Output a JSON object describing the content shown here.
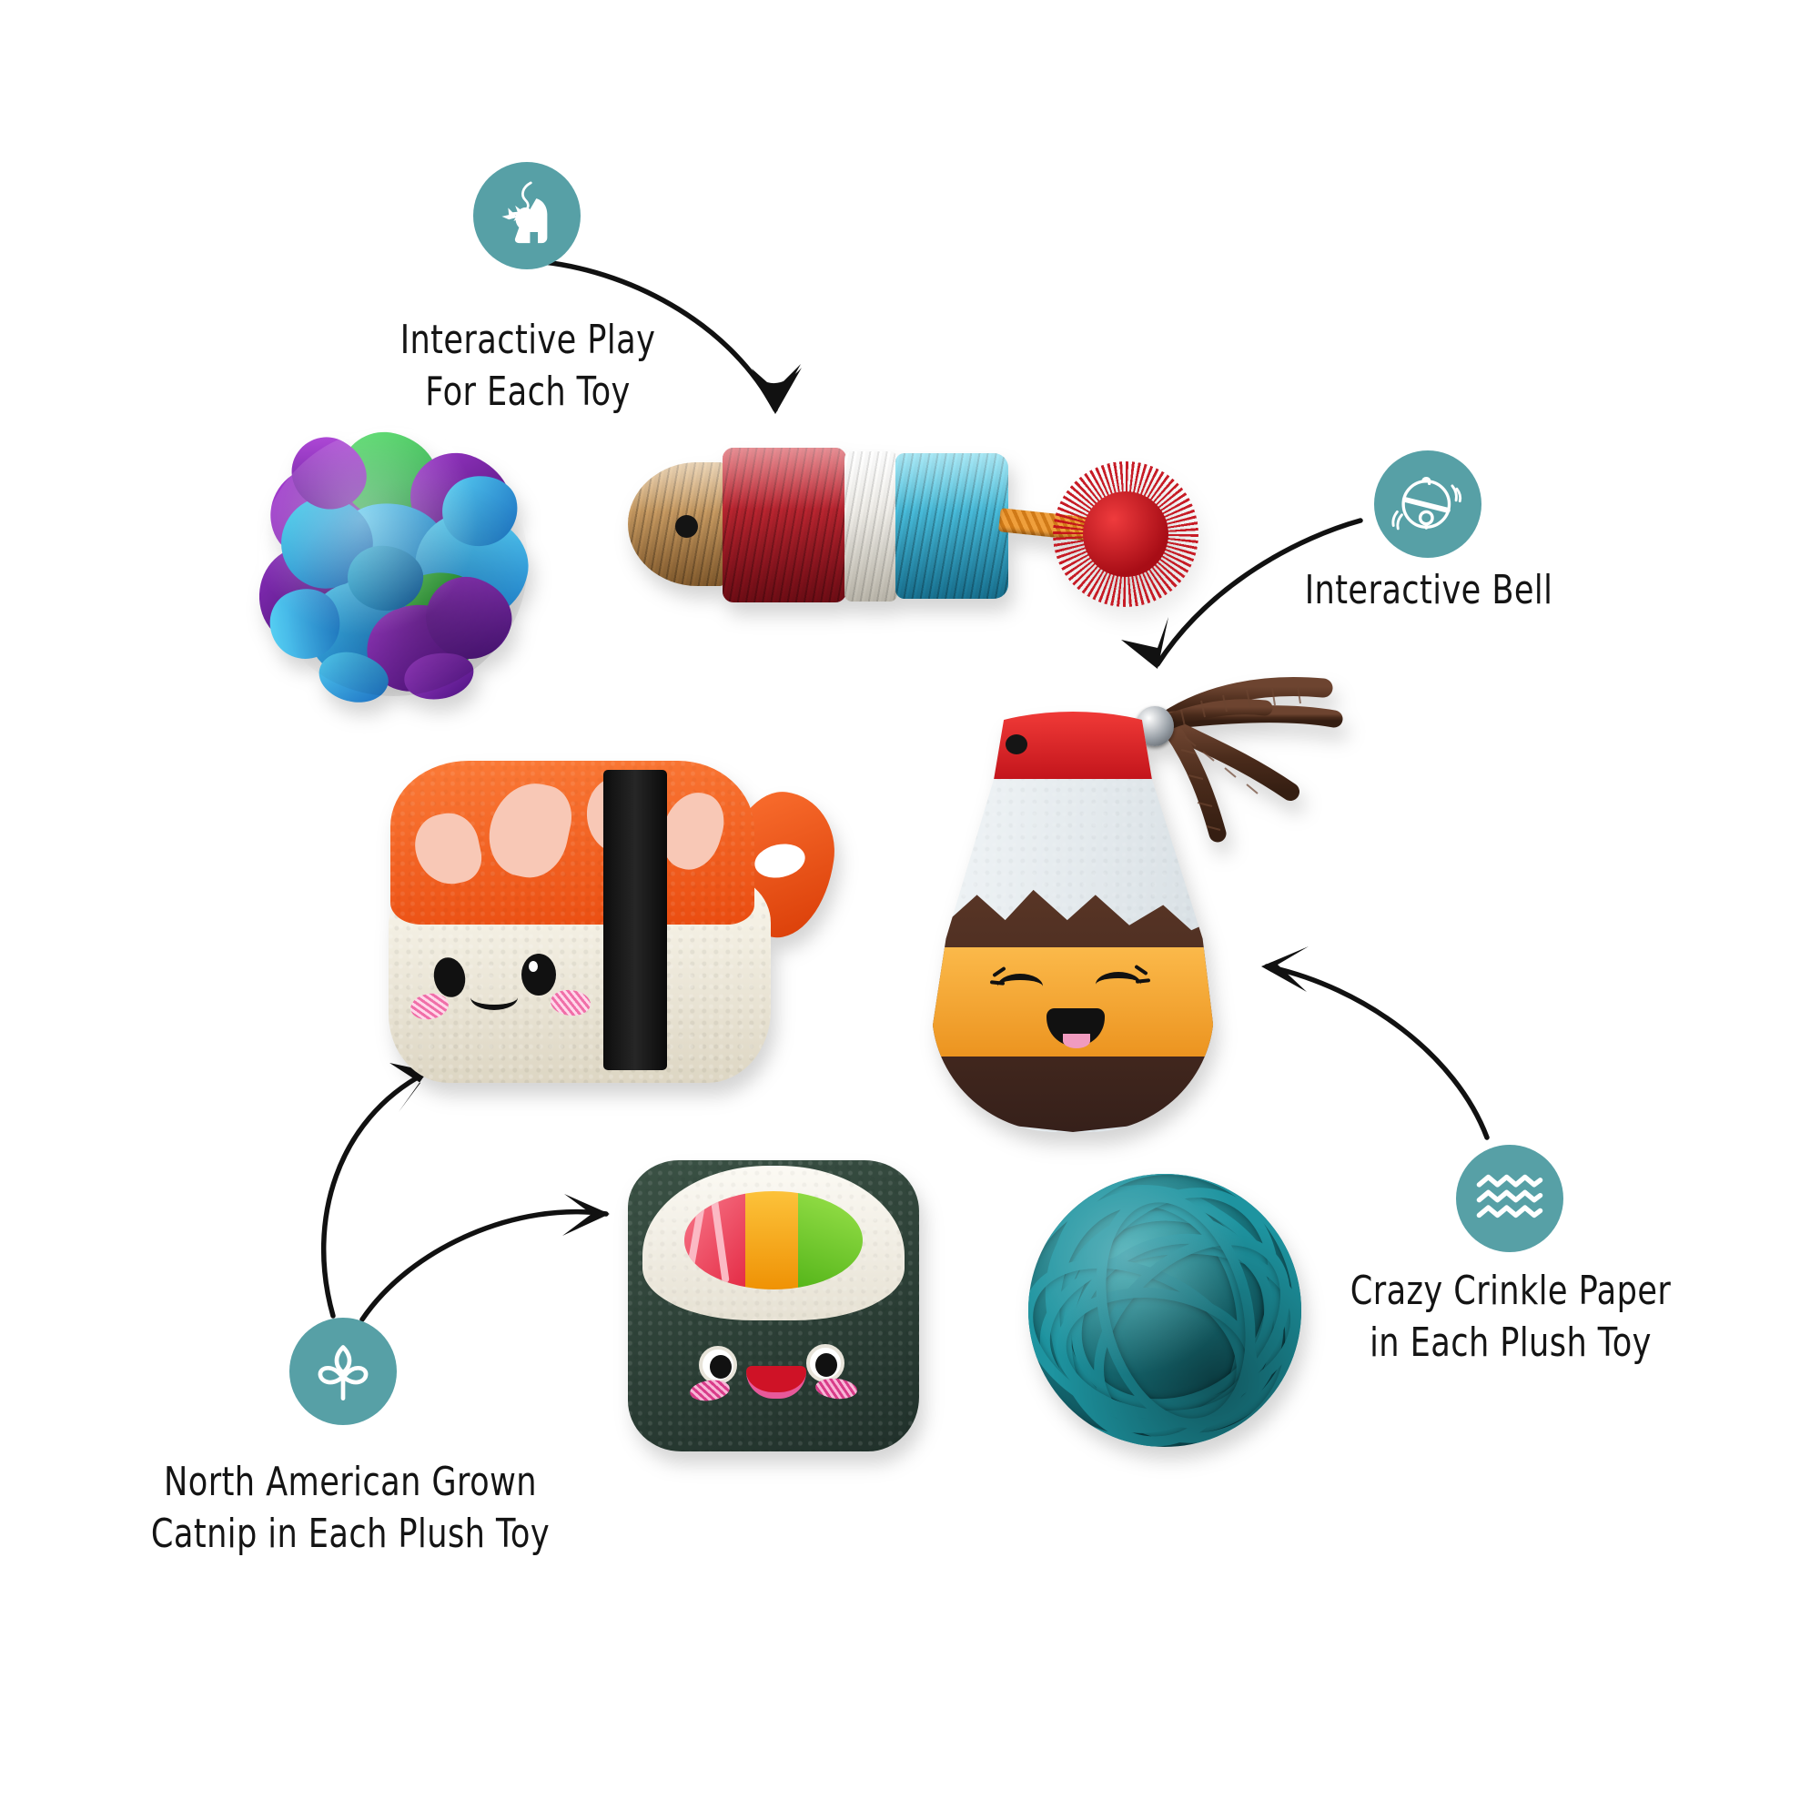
{
  "page": {
    "background": "#ffffff",
    "accent_teal": "#57a0a6",
    "arrow_color": "#111111"
  },
  "features": [
    {
      "id": "interactive-play",
      "icon": "cat-playing-wand-icon",
      "caption": "Interactive Play\nFor Each Toy",
      "badge_color": "#57a0a6",
      "points_to": "rope-fish-toy"
    },
    {
      "id": "interactive-bell",
      "icon": "jingle-bell-icon",
      "caption": "Interactive Bell",
      "badge_color": "#57a0a6",
      "points_to": "soy-sauce-bottle-bell"
    },
    {
      "id": "crazy-crinkle-paper",
      "icon": "crinkle-wave-icon",
      "caption": "Crazy Crinkle Paper\nin Each Plush Toy",
      "badge_color": "#57a0a6",
      "points_to": "soy-sauce-bottle-plush"
    },
    {
      "id": "north-american-catnip",
      "icon": "catnip-leaf-icon",
      "caption": "North American Grown\nCatnip in Each Plush Toy",
      "badge_color": "#57a0a6",
      "points_to": "shrimp-nigiri-plush, maki-roll-plush"
    }
  ],
  "toys": [
    {
      "id": "mylar-crinkle-ball",
      "name": "Mylar Crinkle Ball",
      "colors": [
        "#7a2a9e",
        "#2aa9e0",
        "#1f5fd0",
        "#2fb84a",
        "#8fd43a"
      ]
    },
    {
      "id": "rope-fish-toy",
      "name": "Sisal Rope Fish with Pom-Pom",
      "colors": {
        "head": "#c79a5e",
        "eye": "#141414",
        "band_red": "#b91c28",
        "band_white": "#f2f0ea",
        "band_cyan": "#3dc0e0",
        "tail_strap": "#e8922f",
        "pompom": "#c4101a"
      }
    },
    {
      "id": "shrimp-nigiri-plush",
      "name": "Shrimp Nigiri Plush",
      "colors": {
        "shrimp": "#f4631f",
        "shrimp_spot": "#f7c4b2",
        "rice": "#f5f2e8",
        "nori_band": "#1a1a1a",
        "tail": "#f4561b",
        "blush": "#f06fa8",
        "eye": "#111111"
      }
    },
    {
      "id": "soy-sauce-bottle-plush",
      "name": "Soy Sauce Bottle Plush with Bell",
      "colors": {
        "body": "#e8edf0",
        "cap": "#e8202a",
        "cap_dot": "#151515",
        "sauce": "#4a2c20",
        "label": "#f5a93a",
        "ribbon": "#503223",
        "bell": "#c8ccd0"
      }
    },
    {
      "id": "maki-roll-plush",
      "name": "Maki Roll Plush",
      "colors": {
        "nori": "#2e423a",
        "rice": "#f6f4ee",
        "fill_pink": "#f2556a",
        "fill_orange": "#f6a417",
        "fill_green": "#76d02d",
        "eye_white": "#ffffff",
        "eye": "#111111",
        "mouth": "#d4142a",
        "blush": "#e0478f"
      }
    },
    {
      "id": "rattan-ball",
      "name": "Woven Rattan Ball",
      "colors": {
        "strand": "#1e94a0",
        "shade": "#0f5f69"
      }
    }
  ]
}
